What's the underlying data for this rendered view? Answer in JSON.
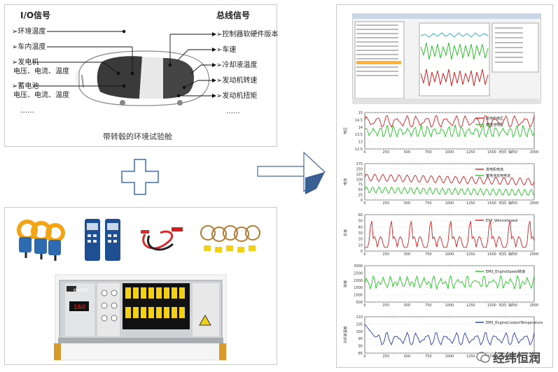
{
  "top_panel": {
    "io_header": "I/O信号",
    "bus_header": "总线信号",
    "io_labels": [
      "环境温度",
      "车内温度",
      "发电机",
      "电压、电流、温度",
      "蓄电池",
      "电压、电流、温度",
      "……"
    ],
    "bus_labels": [
      "控制器软硬件版本",
      "车速",
      "冷却液温度",
      "发动机转速",
      "发动机扭矩",
      "……"
    ],
    "caption": "带转毂的环境试验舱"
  },
  "device": {
    "brand": "经纬恒润"
  },
  "charts": [
    {
      "legend": [
        "发电机电压",
        "蓄电池电压"
      ],
      "ylabel": "电压",
      "ticks_y": [
        "15",
        "14.5",
        "14",
        "13.5",
        "13",
        "12.5"
      ],
      "colors": [
        "#d42020",
        "#22c822"
      ]
    },
    {
      "legend": [
        "发电机电流",
        "蓄电池充电电流"
      ],
      "ylabel": "电流",
      "ticks_y": [
        "175",
        "150",
        "125",
        "100",
        "75",
        "50",
        "25",
        "0"
      ],
      "colors": [
        "#d42020",
        "#22c822"
      ]
    },
    {
      "legend": [
        "ESP_VehicleSpeed"
      ],
      "ylabel": "车速",
      "ticks_y": [
        "60",
        "50",
        "40",
        "30",
        "20",
        "10",
        "0"
      ],
      "colors": [
        "#d42020"
      ]
    },
    {
      "legend": [
        "EMS_EngineSpeed转速"
      ],
      "ylabel": "转速",
      "ticks_y": [
        "3000",
        "2500",
        "2000",
        "1500",
        "1000",
        "500"
      ],
      "colors": [
        "#22c822"
      ]
    },
    {
      "legend": [
        "EMS_EngineCoolantTemperature"
      ],
      "ylabel": "冷却液温度",
      "ticks_y": [
        "110",
        "105",
        "100",
        "95",
        "90",
        "85"
      ],
      "colors": [
        "#2a3ab8"
      ]
    }
  ],
  "x_ticks": [
    "0",
    "250",
    "500",
    "750",
    "1000",
    "1250",
    "1500",
    "1750",
    "2000"
  ],
  "x_label": "时间（s）",
  "watermark": "经纬恒润"
}
